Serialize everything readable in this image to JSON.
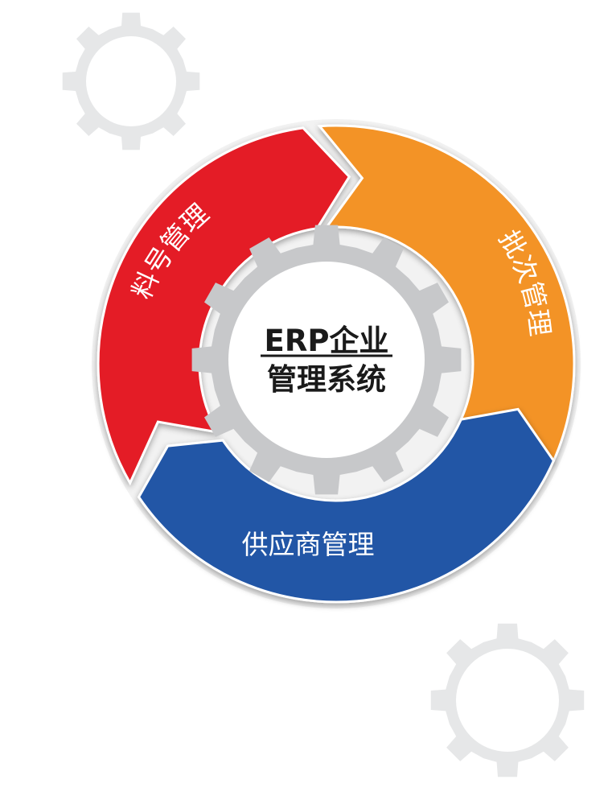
{
  "diagram": {
    "center": {
      "line1": "ERP企业",
      "line2": "管理系统"
    },
    "segments": [
      {
        "label": "料号管理",
        "color": "#E41F26"
      },
      {
        "label": "批次管理",
        "color": "#F39325"
      },
      {
        "label": "供应商管理",
        "color": "#2456A6"
      }
    ],
    "gear_color": "#C7C8CA",
    "bg_gear_color": "#E6E7E8"
  }
}
